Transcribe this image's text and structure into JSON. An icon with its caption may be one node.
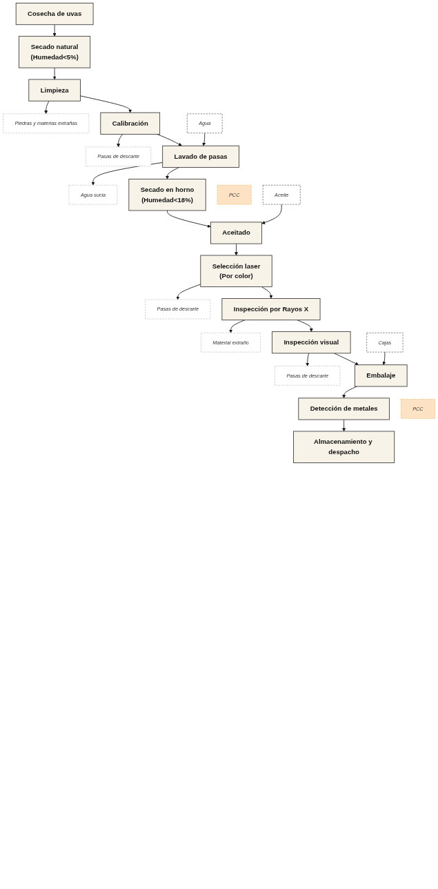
{
  "diagram": {
    "nodes": [
      {
        "text": [
          "Cosecha de uvas"
        ]
      },
      {
        "text": [
          "Secado natural",
          "(Humedad<5%)"
        ]
      },
      {
        "text": [
          "Limpieza"
        ]
      },
      {
        "text": [
          "Piedras y materias extrañas"
        ]
      },
      {
        "text": [
          "Calibración"
        ]
      },
      {
        "text": [
          "Pasas de descarte"
        ]
      },
      {
        "text": [
          "Agua"
        ]
      },
      {
        "text": [
          "Lavado de pasas"
        ]
      },
      {
        "text": [
          "Agua sucia"
        ]
      },
      {
        "text": [
          "Secado en horno",
          "(Humedad<18%)"
        ]
      },
      {
        "text": [
          "PCC"
        ]
      },
      {
        "text": [
          "Aceite"
        ]
      },
      {
        "text": [
          "Aceitado"
        ]
      },
      {
        "text": [
          "Selección laser",
          "(Por color)"
        ]
      },
      {
        "text": [
          "Pasas de descarte"
        ]
      },
      {
        "text": [
          "Inspección por Rayos X"
        ]
      },
      {
        "text": [
          "Material extraño"
        ]
      },
      {
        "text": [
          "Inspección visual"
        ]
      },
      {
        "text": [
          "Pasas de descarte"
        ]
      },
      {
        "text": [
          "Cajas"
        ]
      },
      {
        "text": [
          "Embalaje"
        ]
      },
      {
        "text": [
          "Detección de metales"
        ]
      },
      {
        "text": [
          "PCC"
        ]
      },
      {
        "text": [
          "Almacenamiento y despacho"
        ]
      }
    ],
    "edges": [
      {
        "from": 0,
        "to": 1,
        "arrow": "to"
      },
      {
        "from": 1,
        "to": 2,
        "arrow": "to"
      },
      {
        "from": 2,
        "to": 3,
        "arrow": "to"
      },
      {
        "from": 2,
        "to": 4,
        "arrow": "to"
      },
      {
        "from": 4,
        "to": 5,
        "arrow": "to"
      },
      {
        "from": 4,
        "to": 7,
        "arrow": "to"
      },
      {
        "from": 6,
        "to": 7,
        "arrow": "to"
      },
      {
        "from": 7,
        "to": 8,
        "arrow": "to"
      },
      {
        "from": 7,
        "to": 9,
        "arrow": "to"
      },
      {
        "from": 9,
        "to": 12,
        "arrow": "to"
      },
      {
        "from": 11,
        "to": 12,
        "arrow": "to"
      },
      {
        "from": 12,
        "to": 13,
        "arrow": "to"
      },
      {
        "from": 13,
        "to": 14,
        "arrow": "to"
      },
      {
        "from": 13,
        "to": 15,
        "arrow": "to"
      },
      {
        "from": 15,
        "to": 16,
        "arrow": "to"
      },
      {
        "from": 15,
        "to": 17,
        "arrow": "to"
      },
      {
        "from": 17,
        "to": 18,
        "arrow": "to"
      },
      {
        "from": 17,
        "to": 20,
        "arrow": "to"
      },
      {
        "from": 19,
        "to": 20,
        "arrow": "to"
      },
      {
        "from": 20,
        "to": 21,
        "arrow": "to"
      },
      {
        "from": 21,
        "to": 23,
        "arrow": "to"
      }
    ]
  }
}
